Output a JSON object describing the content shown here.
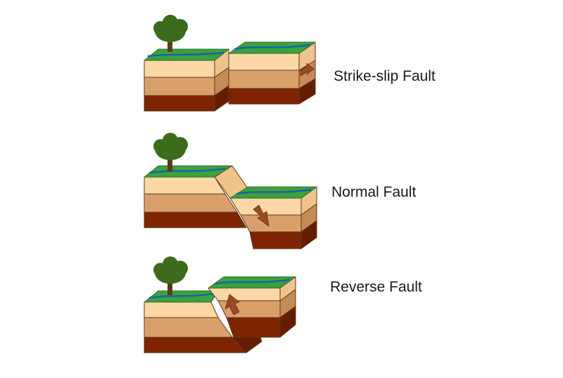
{
  "faults": [
    {
      "label": "Strike-slip Fault"
    },
    {
      "label": "Normal Fault"
    },
    {
      "label": "Reverse Fault"
    }
  ],
  "colors": {
    "grass": "#3aa33a",
    "grass_dark": "#2d8a2d",
    "river": "#1f5fae",
    "layer_top": "#fdd7a6",
    "layer_top_side": "#f1c38c",
    "layer_mid": "#d9a06c",
    "layer_mid_side": "#c48a58",
    "layer_bottom": "#7e2400",
    "layer_bottom_side": "#661c00",
    "tree_canopy": "#3c6b1b",
    "tree_trunk": "#5a3a1a",
    "arrow": "#9a4a22"
  }
}
